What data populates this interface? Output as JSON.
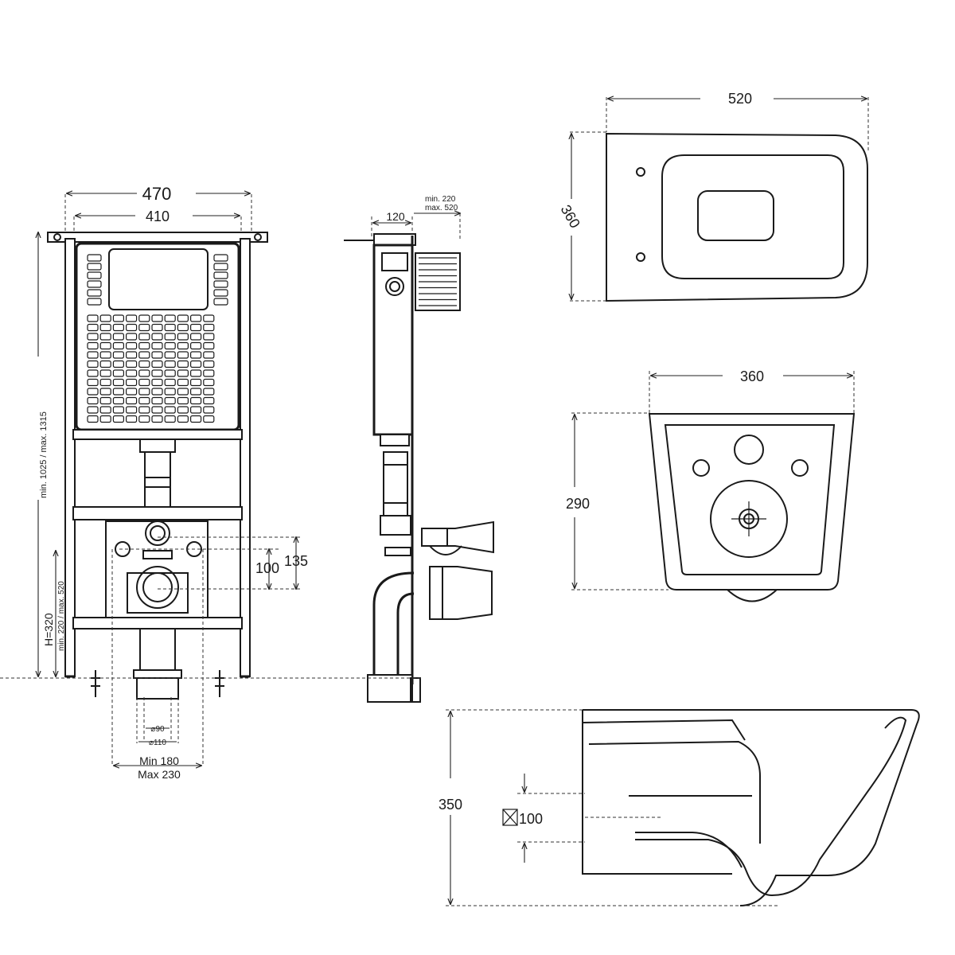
{
  "frame_front": {
    "width_outer": "470",
    "width_inner": "410",
    "height_range": "min. 1025 / max. 1315",
    "h_label": "H=320",
    "h_range": "min. 220 / max. 520",
    "dim_100": "100",
    "dim_135": "135",
    "dia_90": "⌀90",
    "dia_110": "⌀110",
    "spacing_min": "Min 180",
    "spacing_max": "Max 230"
  },
  "frame_side": {
    "depth": "120",
    "wall_min": "min. 220",
    "wall_max": "max. 520"
  },
  "toilet_top": {
    "length": "520",
    "width": "360"
  },
  "toilet_front": {
    "width": "360",
    "height": "290"
  },
  "toilet_side": {
    "height": "350",
    "outlet": "100"
  }
}
